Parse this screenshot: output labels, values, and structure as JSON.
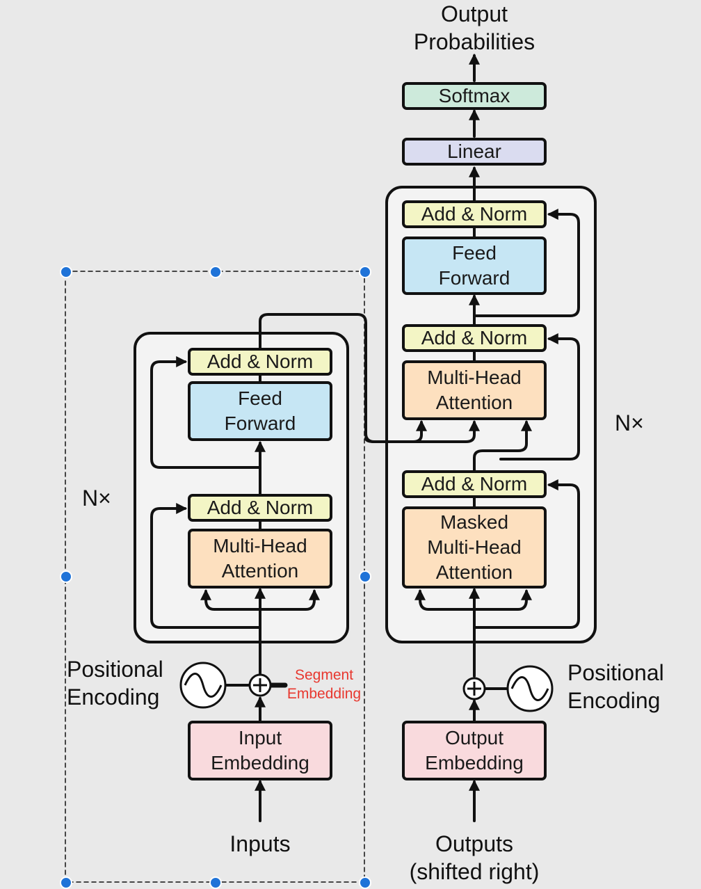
{
  "output": {
    "title": "Output\nProbabilities",
    "softmax": "Softmax",
    "linear": "Linear"
  },
  "encoder": {
    "add_norm_top": "Add & Norm",
    "feed_forward": "Feed\nForward",
    "add_norm_bottom": "Add & Norm",
    "attention": "Multi-Head\nAttention",
    "repeat": "N×",
    "positional_encoding": "Positional\nEncoding",
    "segment_embedding": "Segment\nEmbedding",
    "input_embedding": "Input\nEmbedding",
    "inputs": "Inputs"
  },
  "decoder": {
    "add_norm_top": "Add & Norm",
    "feed_forward": "Feed\nForward",
    "add_norm_mid": "Add & Norm",
    "attention": "Multi-Head\nAttention",
    "add_norm_bottom": "Add & Norm",
    "masked_attention": "Masked\nMulti-Head\nAttention",
    "repeat": "N×",
    "positional_encoding": "Positional\nEncoding",
    "output_embedding": "Output\nEmbedding",
    "outputs": "Outputs\n(shifted right)"
  },
  "colors": {
    "add_norm": "#f3f5c5",
    "feed_forward": "#c6e6f4",
    "attention": "#fde0bf",
    "embedding": "#f9dadd",
    "linear": "#dadcf0",
    "softmax": "#cdeadb",
    "segment_text": "#e8382f",
    "selection_handle": "#1f73d8"
  }
}
